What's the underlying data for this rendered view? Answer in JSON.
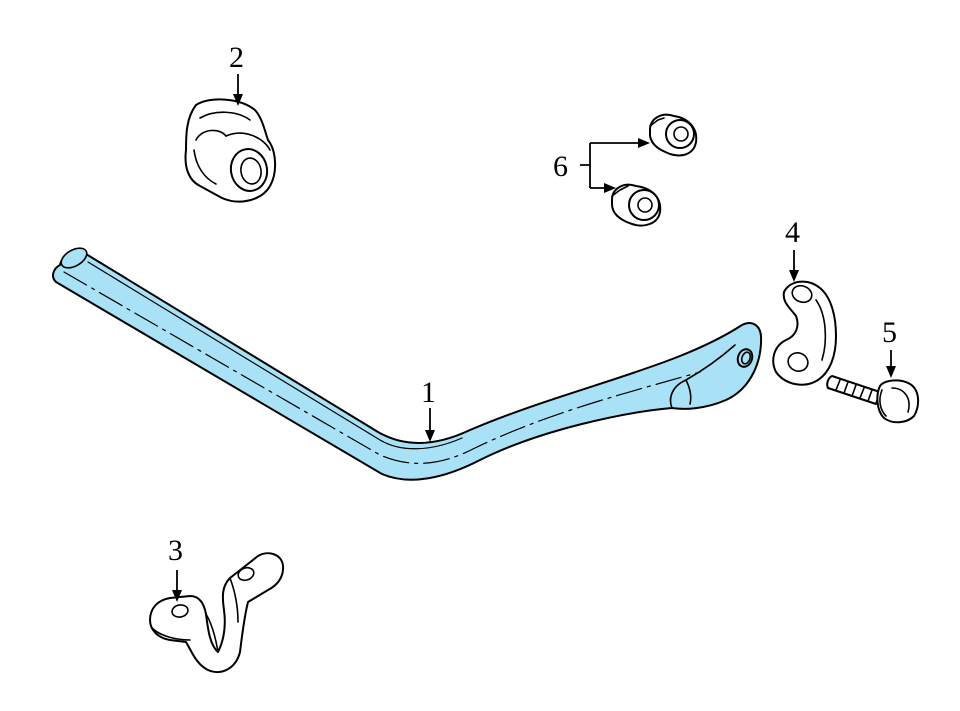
{
  "diagram": {
    "accent_color": "#a9e2f6",
    "callouts": [
      {
        "id": "1",
        "label": "1",
        "part": "stabilizer-bar"
      },
      {
        "id": "2",
        "label": "2",
        "part": "bushing"
      },
      {
        "id": "3",
        "label": "3",
        "part": "bracket"
      },
      {
        "id": "4",
        "label": "4",
        "part": "link"
      },
      {
        "id": "5",
        "label": "5",
        "part": "bolt"
      },
      {
        "id": "6",
        "label": "6",
        "part": "nut"
      }
    ]
  }
}
